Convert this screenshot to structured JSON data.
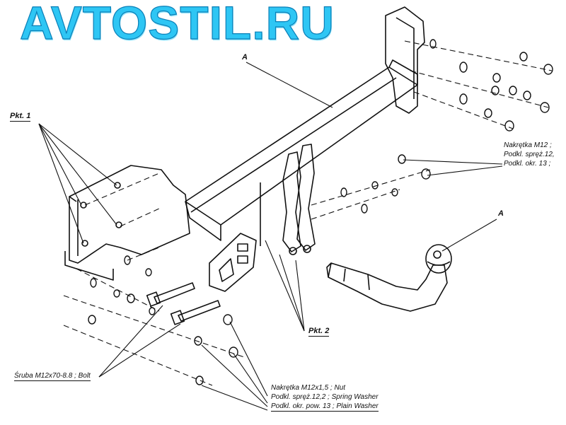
{
  "watermark": {
    "text": "AVTOSTIL.RU"
  },
  "labels": {
    "pkt1": "Pkt. 1",
    "pkt2": "Pkt. 2",
    "a_top": "A",
    "a_right": "A",
    "bolt": "Śruba M12x70-8.8 ;  Bolt",
    "nut_bottom": "Nakrętka  M12x1,5 ; Nut",
    "spring_bottom": "Podkl. spręż.12,2 ; Spring Washer",
    "plain_bottom": "Podkl. okr. pow. 13 ; Plain Washer",
    "nut_right": "Nakrętka  M12 ;",
    "spring_right": "Podkl. spręż.12,",
    "plain_right": "Podkl. okr. 13 ; "
  },
  "colors": {
    "line": "#111111",
    "watermark": "#2ec6f4"
  }
}
